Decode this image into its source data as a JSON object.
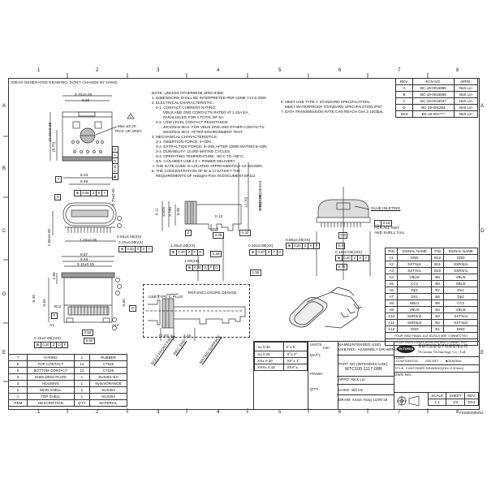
{
  "sheet": {
    "header_note": "IDEAS GENERATED DRAWING. DON'T CHANGE BY HAND.",
    "column_zones": [
      "1",
      "2",
      "3",
      "4",
      "5",
      "6",
      "7",
      "8"
    ],
    "row_zones": [
      "A",
      "B",
      "C",
      "D",
      "E"
    ],
    "footer_code": "FKEB0006/53"
  },
  "notes": {
    "lines": [
      "NOTE: UNLESS OTHERWISE SPECIFIED",
      "1. DIMENSIONS SHALL BE INTERPRETED PER ASME Y14.5-2009.",
      "2. ELECTRICAL CHARACTERISTIC:",
      "   2-1. CONTACT CURRENT RATING:",
      "        VBUS AND GND CONTACTS RATED AT 1.25A EA.,",
      "        PARALLELED FOR A TOTAL OF 5A.",
      "   2-2. LOW LEVEL CONTACT RESISTANCE:",
      "        40mOhms MAX. FOR VBUS,GND AND OTHER CONTACTS.",
      "        50mOhms MAX. AFTER ENVIRONMENT TEST.",
      "3. MECHANICAL CHARACTERISTICS:",
      "   3-1. INSERTION FORCE: 5~20N.",
      "   3-2. EXTRACTION FORCE: 8~20N,AFTER 10000 MATING:6~20N.",
      "   3-3. DURABILITY: 10,000 MATING CYCLES.",
      "   3-4. OPERATING TEMPERATURE: -55°C TO +85°C.",
      "   3-5. CAN MEET USB 2.0 + POWER DELIVERY",
      "⚠ THE DATE CODE IS LOCATED APPROXIMATELY AS SHOWN.",
      "5. THE CONCENTRATION OF Br & Cl SATISFY THE",
      "   REQUIREMENTS OF Halogen-Free IN DOCUMENT EP112."
    ],
    "lines_right": [
      "6. MEET USB TYPE C STANDARD SPECIFICATION,",
      "   MEET WATERPROOF STANDARD SPECIFICATION IP67.",
      "7. DATA TRANSMISSION RATE CAN REACH Gen 2 10Gbps."
    ]
  },
  "revision_table": {
    "headers": [
      "REV.",
      "ECN NO.",
      "APPD."
    ],
    "rows": [
      [
        "A",
        "BC-18-0015885",
        "Nick Lin"
      ],
      [
        "B",
        "BC-18-0015898",
        "Nick Lin"
      ],
      [
        "C",
        "BC-18-0016037",
        "Nick Lin"
      ],
      [
        "D",
        "BC-19-001253",
        "Nick Lin"
      ],
      [
        "DX3",
        "BS-19-001****",
        "Nick Lin"
      ]
    ]
  },
  "pin_table": {
    "headers": [
      "PIN",
      "SIGNAL NAME",
      "PIN",
      "SIGNAL NAME"
    ],
    "rows": [
      [
        "A1",
        "GND",
        "B12",
        "GND"
      ],
      [
        "A2",
        "SSTXp1",
        "B11",
        "SSRXp1"
      ],
      [
        "A3",
        "SSTXn1",
        "B10",
        "SSRXn1"
      ],
      [
        "A4",
        "VBUS",
        "B9",
        "VBUS"
      ],
      [
        "A5",
        "CC1",
        "B8",
        "SBU2"
      ],
      [
        "A6",
        "Dp1",
        "B7",
        "Dn2"
      ],
      [
        "A7",
        "Dn1",
        "B6",
        "Dp2"
      ],
      [
        "A8",
        "SBU1",
        "B5",
        "CC2"
      ],
      [
        "A9",
        "VBUS",
        "B4",
        "VBUS"
      ],
      [
        "A10",
        "SSRXn2",
        "B3",
        "SSTXn2"
      ],
      [
        "A11",
        "SSRXp2",
        "B2",
        "SSTXp2"
      ],
      [
        "A12",
        "GND",
        "B1",
        "GND"
      ]
    ],
    "footnotes": [
      "FOUR GND PIN(A1,A12,B1,B12) ARE CONNECTED.",
      "FOUR VBUS PIN(A4,A9,B4,B9) ARE CONNECTED."
    ]
  },
  "bom_table": {
    "headers": [
      "ITEM",
      "DESCRIPTION",
      "Q'TY",
      "MATERIAL"
    ],
    "rows": [
      [
        "7",
        "O-RING",
        "1",
        "RUBBER"
      ],
      [
        "6",
        "TOP CONTACT",
        "12",
        "C7025"
      ],
      [
        "5",
        "BOTTOM CONTACT",
        "12",
        "C7025"
      ],
      [
        "4",
        "SHIELDING PLATE",
        "1",
        "SUS301-EH"
      ],
      [
        "3",
        "HOUSING",
        "1",
        "Nylon/ORANGE"
      ],
      [
        "2",
        "MAIN SHELL",
        "1",
        "SUS304"
      ],
      [
        "1",
        "TOP SHELL",
        "1",
        "SUS304"
      ]
    ]
  },
  "title_block": {
    "tolerances": [
      [
        ".X± 0.30",
        "X°± 5°"
      ],
      [
        ".X± 0.25",
        ".X°± 2°"
      ],
      [
        ".XX± 0.20",
        ".XX°± 1°"
      ],
      [
        ".XXX± 0.15",
        ".XXX°±"
      ]
    ],
    "units_label": "UNITS",
    "units_value": "mm",
    "matl_label": "MAT'L",
    "finish_label": "FINISH",
    "qty_label": "Q'TY",
    "name_label": "NAME(INTENDED USE)",
    "name_value": "USB REC. ASSEMBLY DRAWING",
    "part_no_label": "PART NO.(INTENDED USE)",
    "part_no_value": "WTC100-1117-00R",
    "appd_label": "APPD:",
    "appd_value": "Nick Lin",
    "chkd_label": "CHKD:",
    "chkd_value": "Bill He",
    "draw_label": "DRAW:",
    "draw_value": "Amos Yang 11/06'19",
    "company_cn": "深圳市智能电子科技有限公司",
    "company_en": "Victonna Technology Co., Ltd",
    "logo_text": "VICTONNA",
    "class_label": "CLASS:",
    "class_options": [
      "□CONFIDENTIAL",
      "□SECRET",
      "■GENERAL"
    ],
    "title_label": "TITLE:",
    "title_value": "CUSTOMER DRAWING(OH=2.20mm)",
    "dwg_no_label": "DWG NO.:",
    "scale_label": "SCALE",
    "scale_value": "1:1",
    "sheet_label": "SHEET",
    "sheet_value": "1/3",
    "rev_label": "REV.",
    "rev_value": "DX3"
  },
  "dimensions": {
    "top_view": {
      "width_outer": "9.70±0.08",
      "width_inner": "9.20",
      "height_total": "10.05±0.08",
      "height_ref": "(5.75)",
      "pickup": "Max ø3.20",
      "pickup_label": "PICK UP AREA",
      "note_flag": "4"
    },
    "front_view": {
      "w1": "8.34",
      "w2": "6.69",
      "fcf1": [
        "⊕",
        "0.08",
        "Z",
        "X",
        "Y"
      ],
      "fcf2": [
        "⊕",
        "0.15",
        "Z",
        "Y",
        "X"
      ],
      "h1": "0.70±0.05",
      "h2": "2.56±0.08",
      "w3": "7.20±0.05",
      "w4": "0.55±0.05(2X)",
      "w5": "0.20±0.08(4X)",
      "fcf3": [
        "⊕",
        "0.20",
        "Z",
        "X",
        "Y"
      ],
      "datum_y": "Y",
      "datum_x": "X"
    },
    "bottom_view": {
      "w1": "9.57",
      "w2": "9.48",
      "w3": "9.11±0.15",
      "h1": "1.86",
      "h2": "8.40",
      "h3": "0.65",
      "h4": "0.80",
      "datum_f": "F",
      "datum_g": "G",
      "p1": "0.50",
      "p2": "5.50",
      "w4": "0.20±0.05(12X)",
      "fcf": [
        "⊕",
        "0.20",
        "Z",
        "G",
        "F"
      ],
      "pin_b12": "B12",
      "pin_a1": "A1",
      "pin_a12": "A12"
    },
    "side_view": {
      "h1": "4.11",
      "h2": "3.825",
      "h3": "3.745",
      "h4": "3.08",
      "datum_z": "Z",
      "w1": "0.12",
      "w2": "4.45",
      "w3": "0.32",
      "w4": "1.25",
      "w5": "1.55",
      "d1": "1.20±0.08(2X)",
      "d2": "1.00(2X)",
      "d3": "0.20±0.08(2X)",
      "fcf": [
        "⊕",
        "0.20",
        "Z",
        "F",
        "G"
      ],
      "center_height": "CENTER HEIGH",
      "ch1": "(2.20)",
      "ch2": "0.90(1.80)"
    },
    "rear_view": {
      "glue": "GLUE INLETING",
      "flatness": "0.10",
      "flatness_note1": "FOR ALL SMT",
      "flatness_note2": "AND SHELL TAIL",
      "w1": "0.8",
      "w2": "0.80±0.05(2X)",
      "w3": "0.4",
      "w4": "0.18±0.05(12X)",
      "w5": "6.75",
      "fcf": [
        "⊕",
        "0.20",
        "Z",
        "X",
        "Y"
      ]
    },
    "enclosure_detail": {
      "plug_label": "USB TYPE C PLUG",
      "ref_label": "REF.ENCLOSURE DESIGN",
      "d1": "(2.20)",
      "d2": "4.45",
      "label1": "BOOT FRONT FACE",
      "label2": "REC. END",
      "label3": "MATING SURFACE"
    }
  }
}
